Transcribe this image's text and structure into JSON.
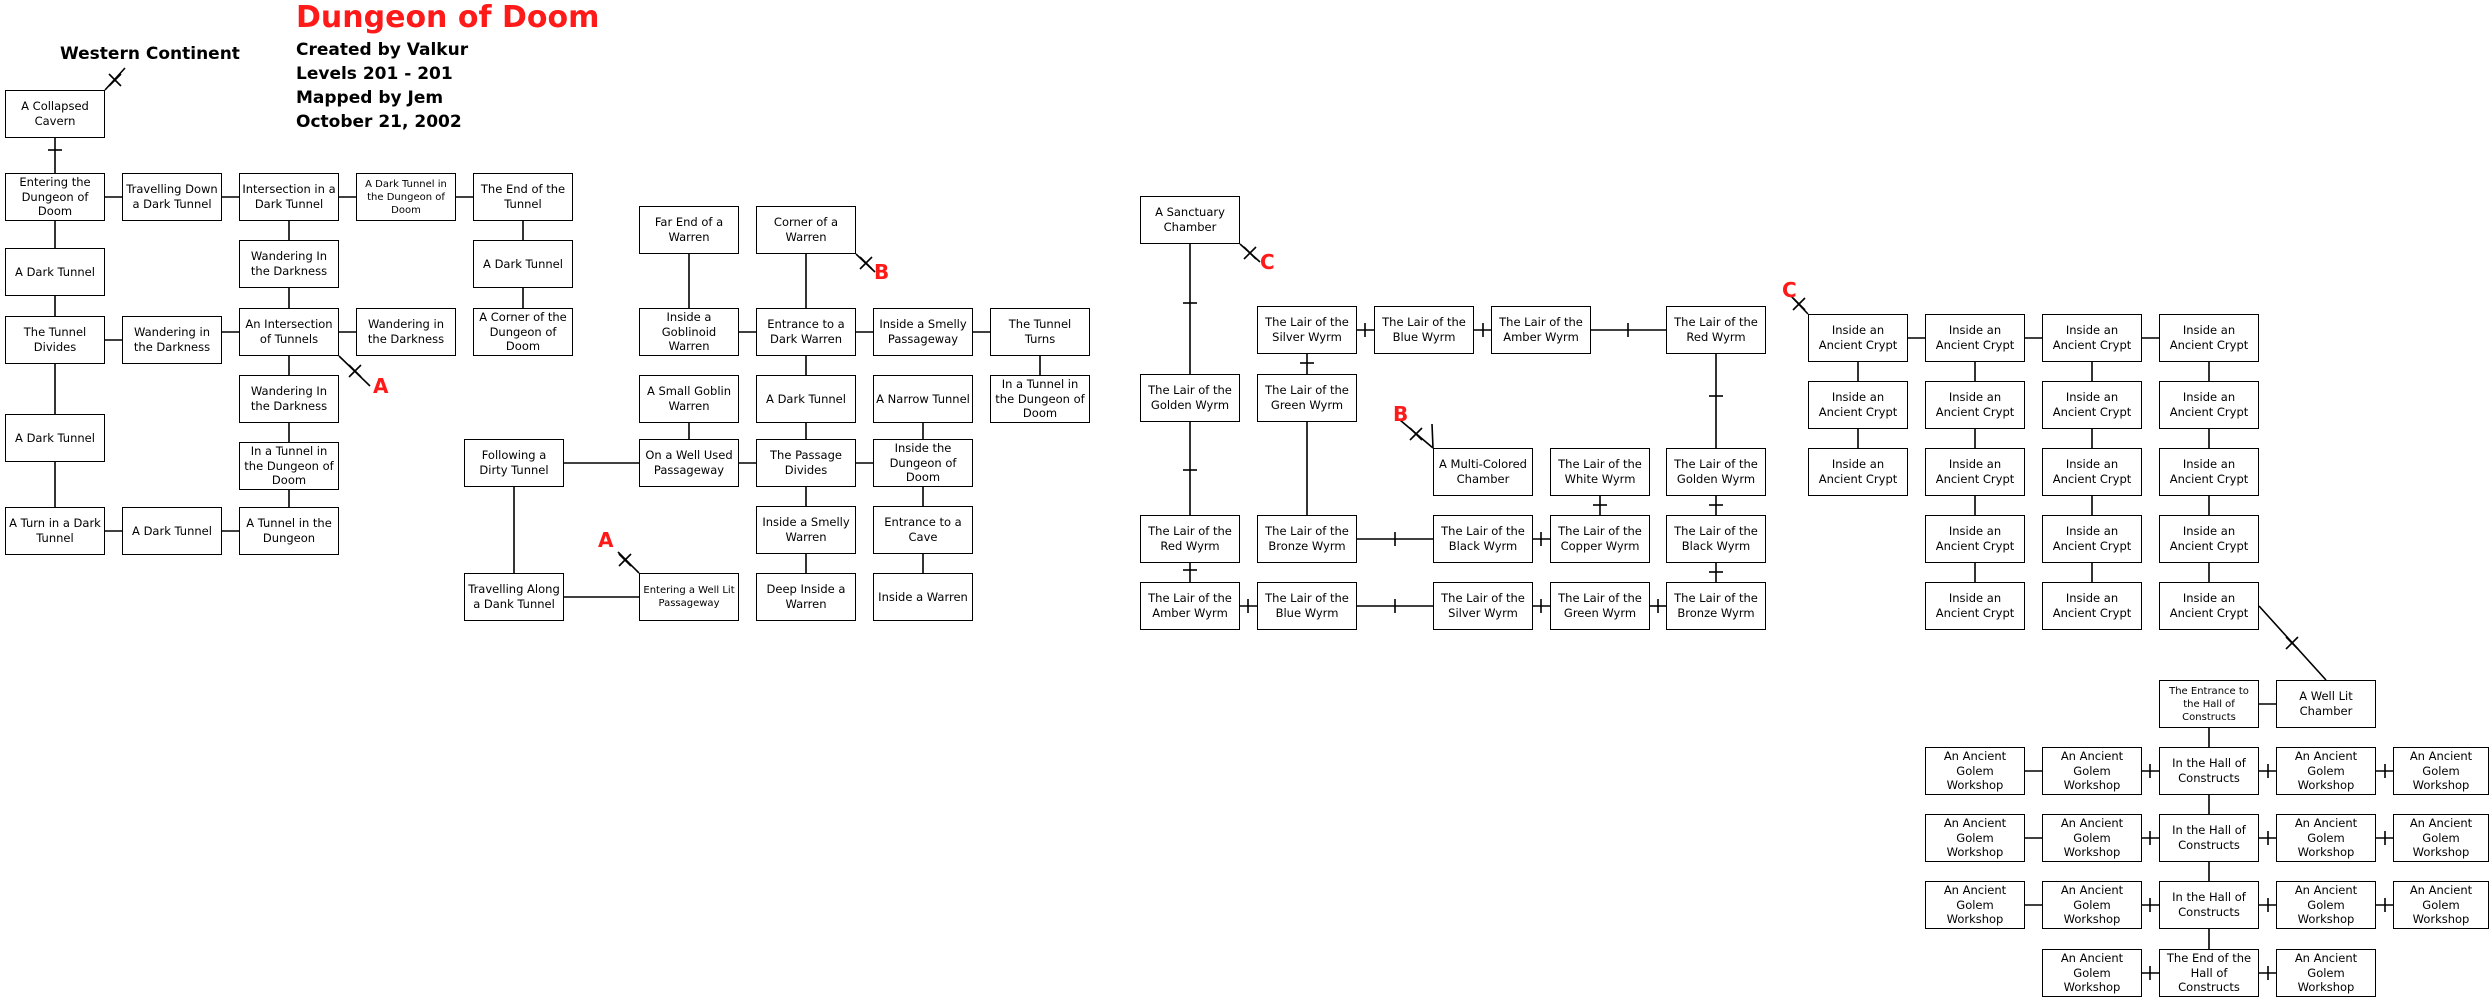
{
  "header": {
    "title": "Dungeon of Doom",
    "created_by": "Created by Valkur",
    "levels": "Levels 201 - 201",
    "mapped_by": "Mapped by Jem",
    "date": "October 21, 2002"
  },
  "continent_label": "Western Continent",
  "markers": {
    "a": "A",
    "b": "B",
    "c": "C"
  },
  "rooms": {
    "collapsed_cavern": "A Collapsed Cavern",
    "entering_dungeon": "Entering the Dungeon of Doom",
    "travelling_down": "Travelling Down a Dark Tunnel",
    "intersection_dark": "Intersection in a Dark Tunnel",
    "dark_tunnel_dungeon": "A Dark Tunnel in the Dungeon of Doom",
    "end_of_tunnel": "The End of the Tunnel",
    "dark_tunnel": "A Dark Tunnel",
    "wandering_in_darkness": "Wandering In the Darkness",
    "tunnel_divides": "The Tunnel Divides",
    "wandering_in_the_darkness": "Wandering in the Darkness",
    "an_intersection": "An Intersection of Tunnels",
    "corner_dungeon": "A Corner of the Dungeon of Doom",
    "tunnel_in_dungeon_doom": "In a Tunnel in the Dungeon of Doom",
    "turn_dark_tunnel": "A Turn in a Dark Tunnel",
    "tunnel_in_dungeon": "A Tunnel in the Dungeon",
    "far_end_warren": "Far End of a Warren",
    "corner_warren": "Corner of a Warren",
    "goblinoid_warren": "Inside a Goblinoid Warren",
    "entrance_dark_warren": "Entrance to a Dark Warren",
    "smelly_passageway": "Inside a Smelly Passageway",
    "tunnel_turns": "The Tunnel Turns",
    "small_goblin_warren": "A Small Goblin Warren",
    "narrow_tunnel": "A Narrow Tunnel",
    "in_tunnel_dungeon_doom": "In a Tunnel in the Dungeon of Doom",
    "following_dirty_tunnel": "Following a Dirty Tunnel",
    "well_used_passageway": "On a Well Used Passageway",
    "passage_divides": "The Passage Divides",
    "inside_dungeon_doom": "Inside the Dungeon of Doom",
    "smelly_warren": "Inside a Smelly Warren",
    "entrance_cave": "Entrance to a Cave",
    "travelling_dank": "Travelling Along a Dank Tunnel",
    "entering_well_lit": "Entering a Well Lit Passageway",
    "deep_inside_warren": "Deep Inside a Warren",
    "inside_warren": "Inside a Warren",
    "sanctuary_chamber": "A Sanctuary Chamber",
    "silver_wyrm": "The Lair of the Silver Wyrm",
    "blue_wyrm": "The Lair of the Blue Wyrm",
    "amber_wyrm": "The Lair of the Amber Wyrm",
    "red_wyrm": "The Lair of the Red Wyrm",
    "golden_wyrm": "The Lair of the Golden Wyrm",
    "green_wyrm": "The Lair of the Green Wyrm",
    "multi_colored": "A Multi-Colored Chamber",
    "white_wyrm": "The Lair of the White Wyrm",
    "bronze_wyrm": "The Lair of the Bronze Wyrm",
    "black_wyrm": "The Lair of the Black Wyrm",
    "copper_wyrm": "The Lair of the Copper Wyrm",
    "ancient_crypt": "Inside an Ancient Crypt",
    "hall_entrance": "The Entrance to the Hall of Constructs",
    "well_lit_chamber": "A Well Lit Chamber",
    "golem_workshop": "An Ancient Golem Workshop",
    "hall_of_constructs": "In the Hall of Constructs",
    "end_hall": "The End of the Hall of Constructs"
  }
}
